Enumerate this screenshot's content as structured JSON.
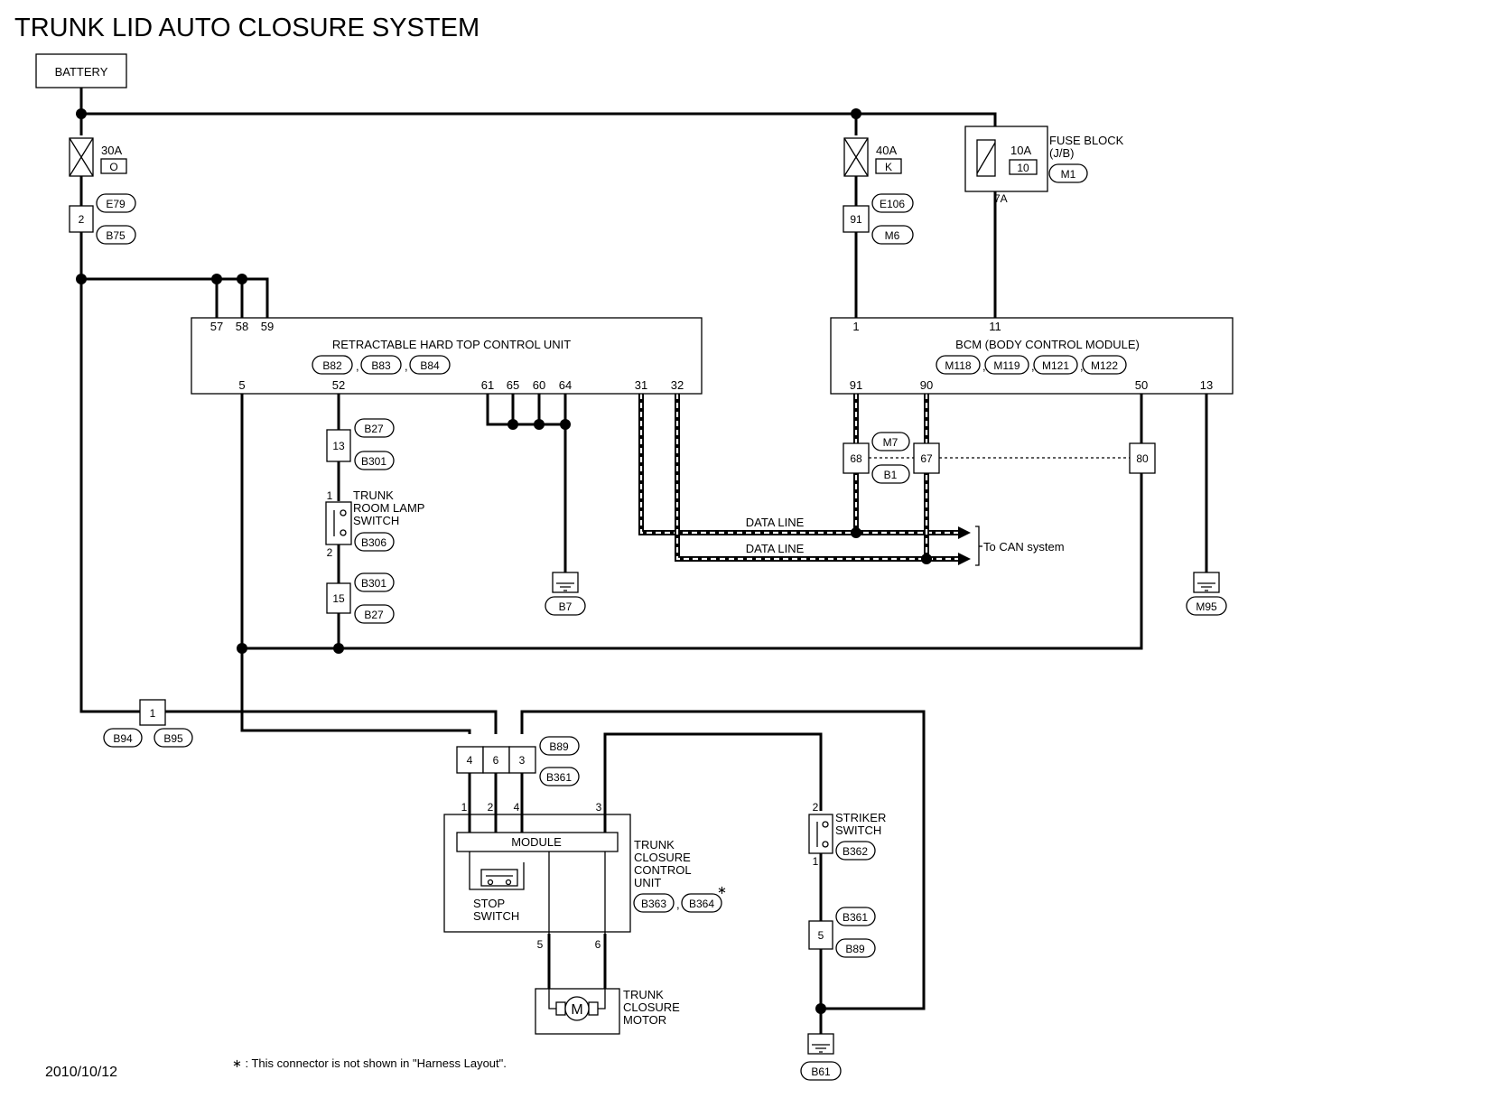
{
  "title": "TRUNK LID AUTO CLOSURE SYSTEM",
  "date": "2010/10/12",
  "footnote": "∗ : This connector is not shown in \"Harness Layout\".",
  "colors": {
    "wire": "#000000",
    "background": "#ffffff"
  },
  "battery": {
    "label": "BATTERY"
  },
  "fuse_30a": {
    "rating": "30A",
    "code": "O"
  },
  "fuse_40a": {
    "rating": "40A",
    "code": "K"
  },
  "fuse_10a": {
    "rating": "10A",
    "code": "10",
    "pin": "7A"
  },
  "fuse_block": {
    "line1": "FUSE BLOCK",
    "line2": "(J/B)",
    "connector": "M1"
  },
  "jc_e79": {
    "pin": "2",
    "top": "E79",
    "bottom": "B75"
  },
  "jc_e106": {
    "pin": "91",
    "top": "E106",
    "bottom": "M6"
  },
  "rhtcu": {
    "title": "RETRACTABLE HARD TOP CONTROL UNIT",
    "connectors": [
      "B82",
      "B83",
      "B84"
    ],
    "top_pins": [
      "57",
      "58",
      "59"
    ],
    "bottom_pins": [
      "5",
      "52",
      "61",
      "65",
      "60",
      "64",
      "31",
      "32"
    ]
  },
  "bcm": {
    "title": "BCM (BODY CONTROL MODULE)",
    "connectors": [
      "M118",
      "M119",
      "M121",
      "M122"
    ],
    "top_pins": [
      "1",
      "11"
    ],
    "bottom_pins": [
      "91",
      "90",
      "50",
      "13"
    ]
  },
  "jc_b27_13": {
    "pin": "13",
    "top": "B27",
    "bottom": "B301"
  },
  "jc_b301_15": {
    "pin": "15",
    "top": "B301",
    "bottom": "B27"
  },
  "room_lamp_switch": {
    "line1": "TRUNK",
    "line2": "ROOM LAMP",
    "line3": "SWITCH",
    "connector": "B306",
    "pin_top": "1",
    "pin_bottom": "2"
  },
  "ground_b7": "B7",
  "ground_m95": "M95",
  "ground_b61": "B61",
  "data_line_1": "DATA LINE",
  "data_line_2": "DATA LINE",
  "can_label": "To CAN system",
  "jc_m7": {
    "left_pin": "68",
    "right_pin": "67",
    "top": "M7",
    "bottom": "B1"
  },
  "jc_80": {
    "pin": "80"
  },
  "jc_b94": {
    "pin": "1",
    "left": "B94",
    "right": "B95"
  },
  "jc_b89": {
    "pins": [
      "4",
      "6",
      "3"
    ],
    "top": "B89",
    "bottom": "B361"
  },
  "tccu": {
    "module_label": "MODULE",
    "line1": "TRUNK",
    "line2": "CLOSURE",
    "line3": "CONTROL",
    "line4": "UNIT",
    "connectors": [
      "B363",
      "B364"
    ],
    "asterisk": "∗",
    "top_pins": [
      "1",
      "2",
      "4",
      "3"
    ],
    "bottom_pins": [
      "5",
      "6"
    ],
    "stop_switch_line1": "STOP",
    "stop_switch_line2": "SWITCH"
  },
  "motor": {
    "line1": "TRUNK",
    "line2": "CLOSURE",
    "line3": "MOTOR",
    "symbol": "M"
  },
  "striker_switch": {
    "line1": "STRIKER",
    "line2": "SWITCH",
    "connector": "B362",
    "pin_top": "2",
    "pin_bottom": "1"
  },
  "jc_b361_5": {
    "pin": "5",
    "top": "B361",
    "bottom": "B89"
  }
}
